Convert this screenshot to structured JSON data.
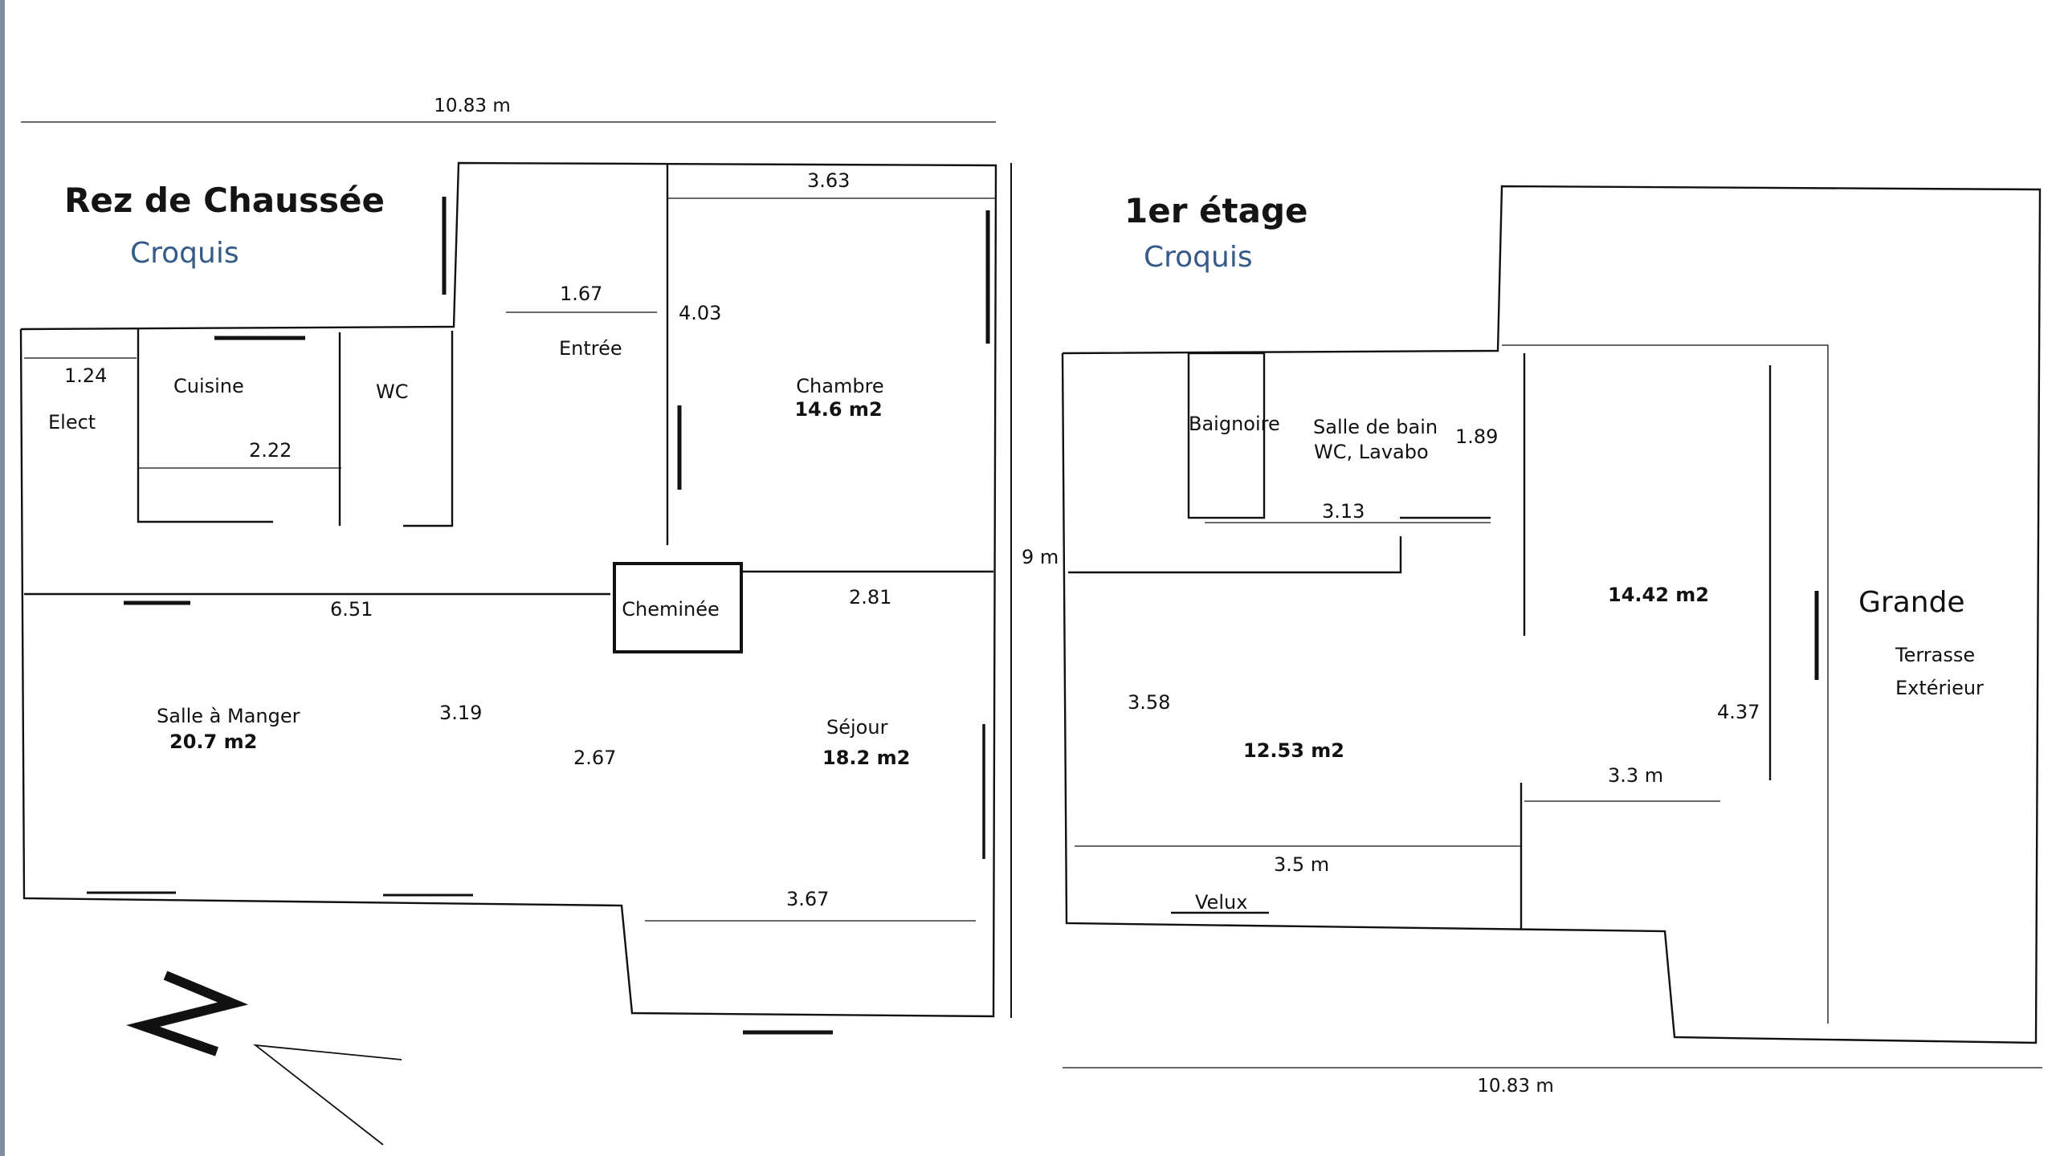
{
  "colors": {
    "accent": "#355b88",
    "line": "#111111",
    "left_edge": "#7f8da0"
  },
  "ground_floor": {
    "title": "Rez de Chaussée",
    "subtitle": "Croquis",
    "overall_width": "10.83 m",
    "rooms": {
      "elect": "Elect",
      "cuisine": "Cuisine",
      "wc": "WC",
      "entree": "Entrée",
      "chambre": {
        "name": "Chambre",
        "area": "14.6 m2"
      },
      "cheminee": "Cheminée",
      "salle_a_manger": {
        "name": "Salle à Manger",
        "area": "20.7 m2"
      },
      "sejour": {
        "name": "Séjour",
        "area": "18.2 m2"
      }
    },
    "dimensions": {
      "d_3_63": "3.63",
      "d_1_67": "1.67",
      "d_4_03": "4.03",
      "d_1_24": "1.24",
      "d_2_22": "2.22",
      "d_6_51": "6.51",
      "d_2_81": "2.81",
      "d_3_19": "3.19",
      "d_2_67": "2.67",
      "d_3_67": "3.67"
    },
    "height": "9 m"
  },
  "first_floor": {
    "title": "1er étage",
    "subtitle": "Croquis",
    "overall_width": "10.83 m",
    "rooms": {
      "baignoire": "Baignoire",
      "salle_de_bain": "Salle de bain",
      "salle_de_bain_sub": "WC, Lavabo",
      "area_14_42": "14.42 m2",
      "area_12_53": "12.53 m2",
      "terrasse_line1": "Grande",
      "terrasse_line2": "Terrasse",
      "terrasse_line3": "Extérieur",
      "velux": "Velux"
    },
    "dimensions": {
      "d_1_89": "1.89",
      "d_3_13": "3.13",
      "d_3_58": "3.58",
      "d_4_37": "4.37",
      "d_3_3": "3.3 m",
      "d_3_5": "3.5 m"
    }
  }
}
